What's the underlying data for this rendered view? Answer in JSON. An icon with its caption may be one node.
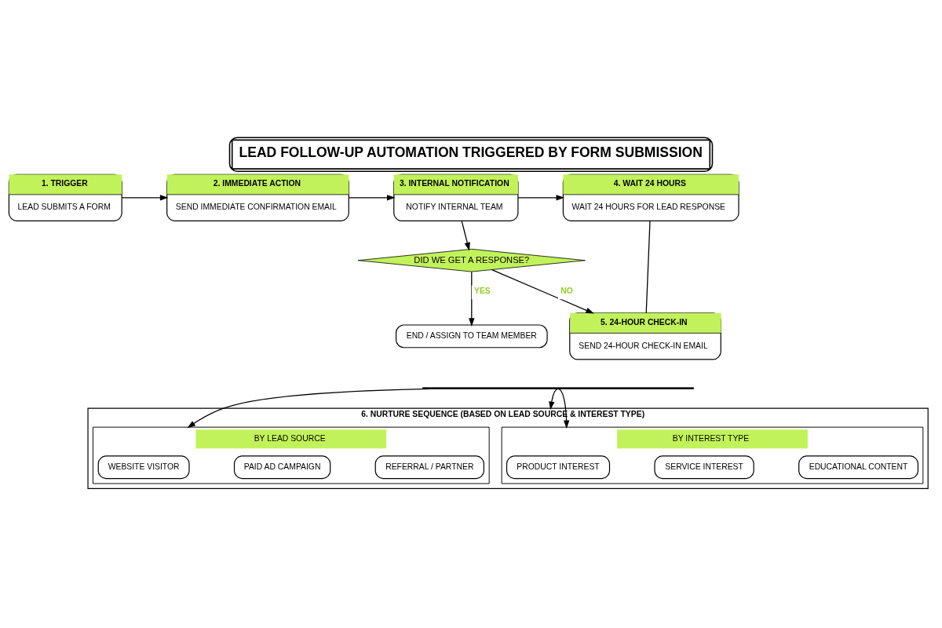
{
  "diagram": {
    "title": "LEAD FOLLOW-UP AUTOMATION TRIGGERED BY FORM SUBMISSION",
    "nodes": [
      {
        "text": [
          "1. TRIGGER",
          "LEAD SUBMITS A FORM"
        ]
      },
      {
        "text": [
          "2. IMMEDIATE ACTION",
          "SEND IMMEDIATE CONFIRMATION EMAIL"
        ]
      },
      {
        "text": [
          "3. INTERNAL NOTIFICATION",
          "NOTIFY INTERNAL TEAM"
        ]
      },
      {
        "text": [
          "4. WAIT 24 HOURS",
          "WAIT 24 HOURS FOR LEAD RESPONSE"
        ]
      },
      {
        "text": [
          "5. 24-HOUR CHECK-IN",
          "SEND 24-HOUR CHECK-IN EMAIL"
        ]
      },
      {
        "text": [
          "DID WE GET A RESPONSE?"
        ]
      },
      {
        "text": [
          "END / ASSIGN TO TEAM MEMBER"
        ]
      },
      {
        "text": [],
        "shape": "bar"
      },
      {
        "text": [
          "6. NURTURE SEQUENCE (BASED ON LEAD SOURCE & INTEREST TYPE)"
        ]
      },
      {
        "text": [
          "BY LEAD SOURCE"
        ],
        "in": 8
      },
      {
        "text": [
          "WEBSITE VISITOR"
        ],
        "in": 9
      },
      {
        "text": [
          "PAID AD CAMPAIGN"
        ],
        "in": 9
      },
      {
        "text": [
          "REFERRAL / PARTNER"
        ],
        "in": 9
      },
      {
        "text": [
          "BY INTEREST TYPE"
        ],
        "in": 8
      },
      {
        "text": [
          "PRODUCT INTEREST"
        ],
        "in": 13
      },
      {
        "text": [
          "SERVICE INTEREST"
        ],
        "in": 13
      },
      {
        "text": [
          "EDUCATIONAL CONTENT"
        ],
        "in": 13
      }
    ],
    "edges": [
      {
        "from": 0,
        "to": 1,
        "arrow": "to"
      },
      {
        "from": 1,
        "to": 2,
        "arrow": "to"
      },
      {
        "from": 2,
        "to": 3,
        "arrow": "to"
      },
      {
        "from": 2,
        "to": 5,
        "arrow": "to"
      },
      {
        "from": 5,
        "to": 6,
        "arrow": "to",
        "label": "YES"
      },
      {
        "from": 5,
        "to": 4,
        "arrow": "to",
        "label": "NO"
      },
      {
        "from": 3,
        "to": 4,
        "arrow": "none"
      },
      {
        "from": 7,
        "to": 9,
        "arrow": "to"
      },
      {
        "from": 7,
        "to": 8,
        "arrow": "to"
      },
      {
        "from": 7,
        "to": 13,
        "arrow": "to"
      }
    ]
  }
}
